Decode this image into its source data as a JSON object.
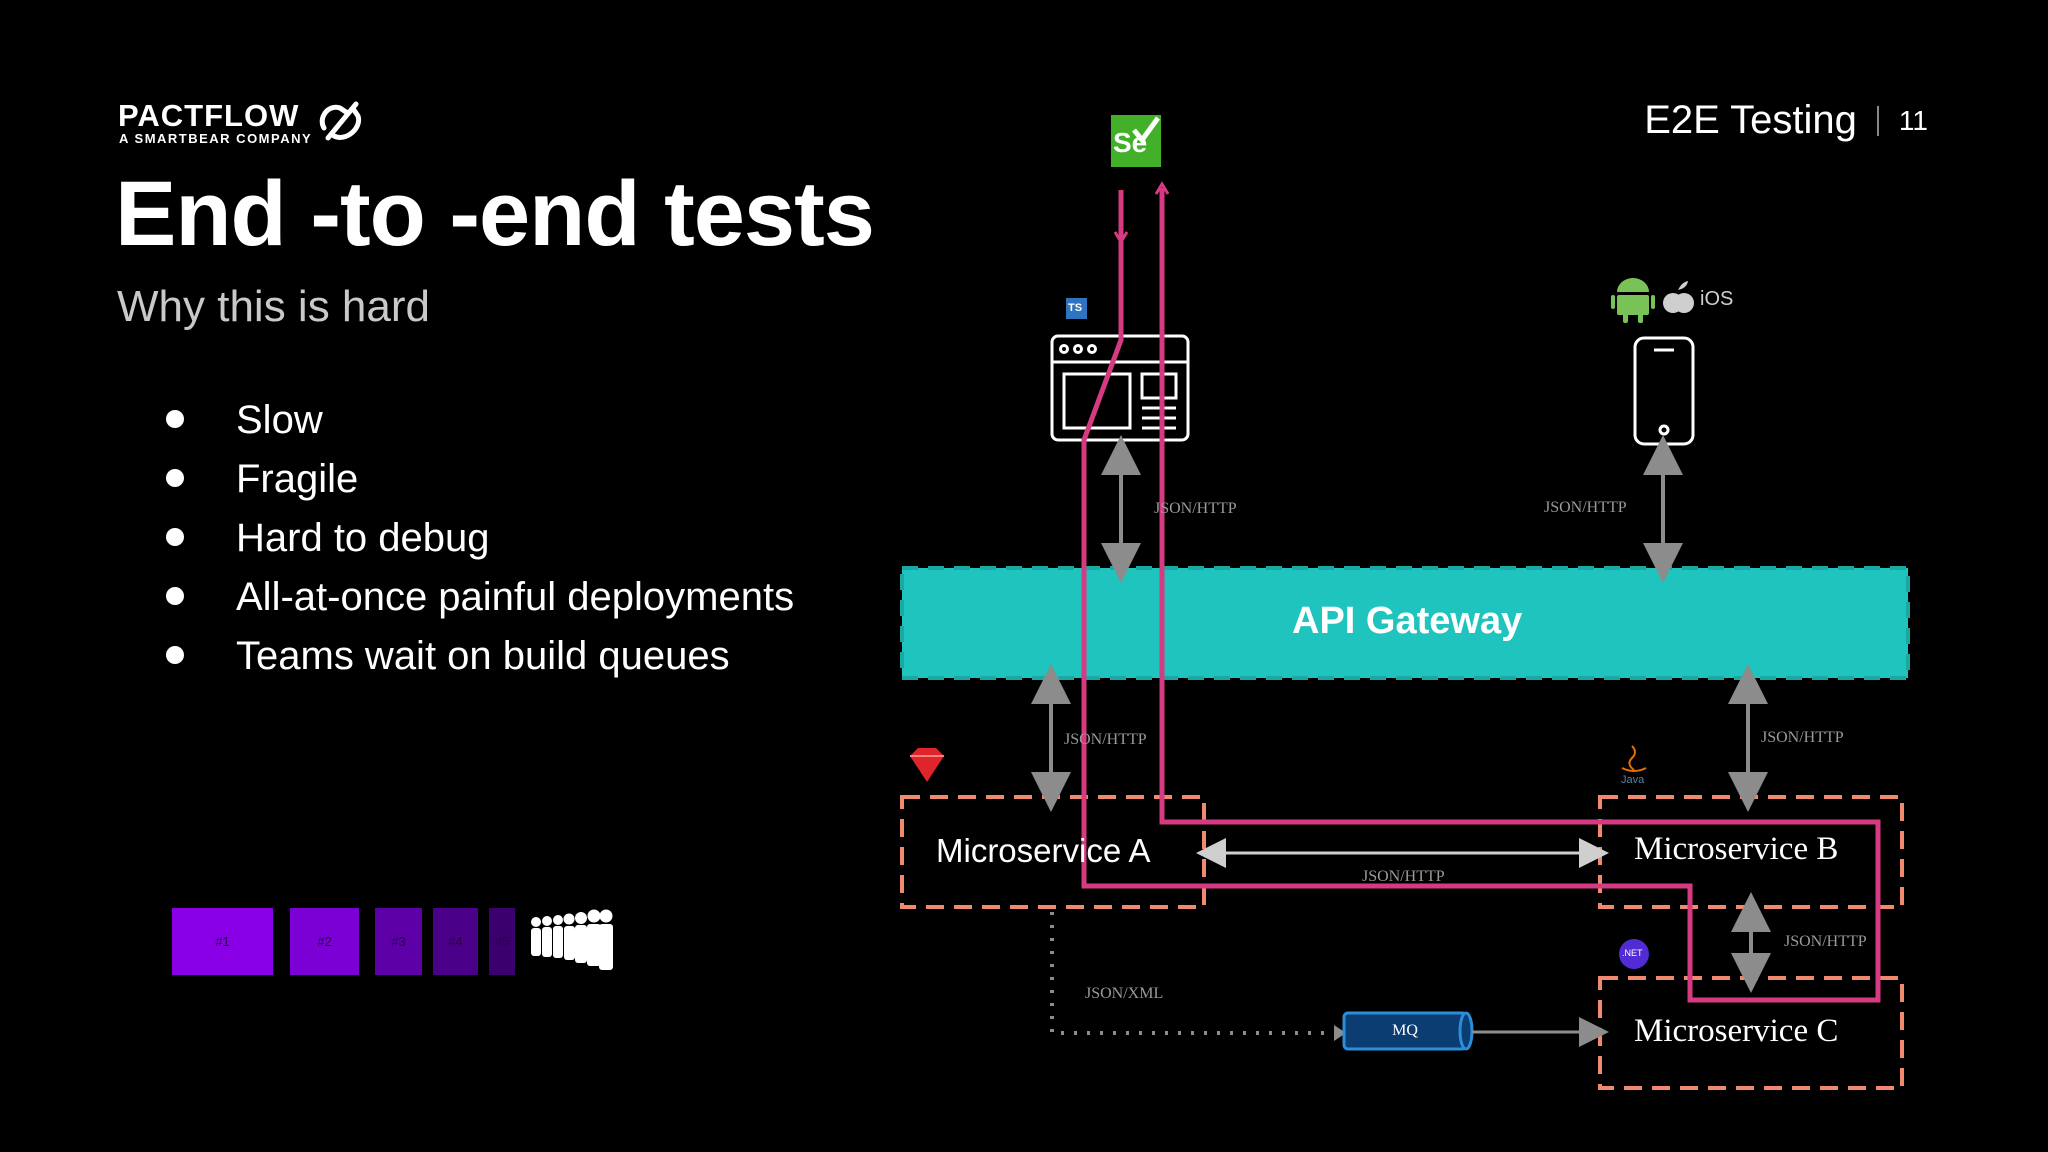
{
  "logo": {
    "name": "PACTFLOW",
    "tagline": "A SMARTBEAR COMPANY"
  },
  "header": {
    "section": "E2E Testing",
    "page_number": "11"
  },
  "title": "End -to -end tests",
  "subtitle": "Why this is hard",
  "bullets": [
    "Slow",
    "Fragile",
    "Hard to debug",
    "All-at-once painful deployments",
    "Teams wait on build queues"
  ],
  "queue": {
    "items": [
      "#1",
      "#2",
      "#3",
      "#4",
      "#5"
    ],
    "colors": [
      "#8a00e6",
      "#7a00d6",
      "#5e00a8",
      "#4a0088",
      "#3b006e"
    ]
  },
  "diagram": {
    "gateway": "API Gateway",
    "services": {
      "a": "Microservice A",
      "b": "Microservice B",
      "c": "Microservice C"
    },
    "mq": "MQ",
    "edges": {
      "web_gateway": "JSON/HTTP",
      "mobile_gateway": "JSON/HTTP",
      "gateway_a": "JSON/HTTP",
      "gateway_b": "JSON/HTTP",
      "a_b": "JSON/HTTP",
      "b_c": "JSON/HTTP",
      "a_mq": "JSON/XML"
    },
    "badges": {
      "ts": "TS",
      "selenium": "Se",
      "ios": "iOS",
      "java": "Java",
      "net": ".NET"
    },
    "colors": {
      "gateway": "#1fc4bf",
      "service_border": "#f08a6e",
      "flow": "#d63b82",
      "arrow": "#8c8c8c",
      "mq": "#2a8fd8"
    }
  }
}
